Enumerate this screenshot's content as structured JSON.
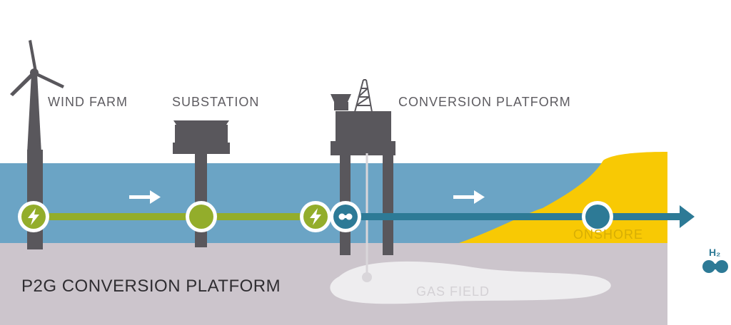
{
  "labels": {
    "wind_farm": "WIND FARM",
    "substation": "SUBSTATION",
    "conversion_platform": "CONVERSION PLATFORM",
    "onshore": "ONSHORE",
    "gas_field": "GAS FIELD",
    "title": "P2G CONVERSION PLATFORM",
    "h2": "H₂"
  },
  "colors": {
    "sea": "#6ba4c5",
    "seabed": "#ccc5cc",
    "gas_field": "#eeedef",
    "land": "#f8c904",
    "structure": "#59575c",
    "electric_line": "#93ad2b",
    "hydrogen_line": "#2d7a96"
  },
  "icons": [
    "lightning-icon",
    "hydrogen-molecule-icon",
    "arrow-right-icon"
  ]
}
